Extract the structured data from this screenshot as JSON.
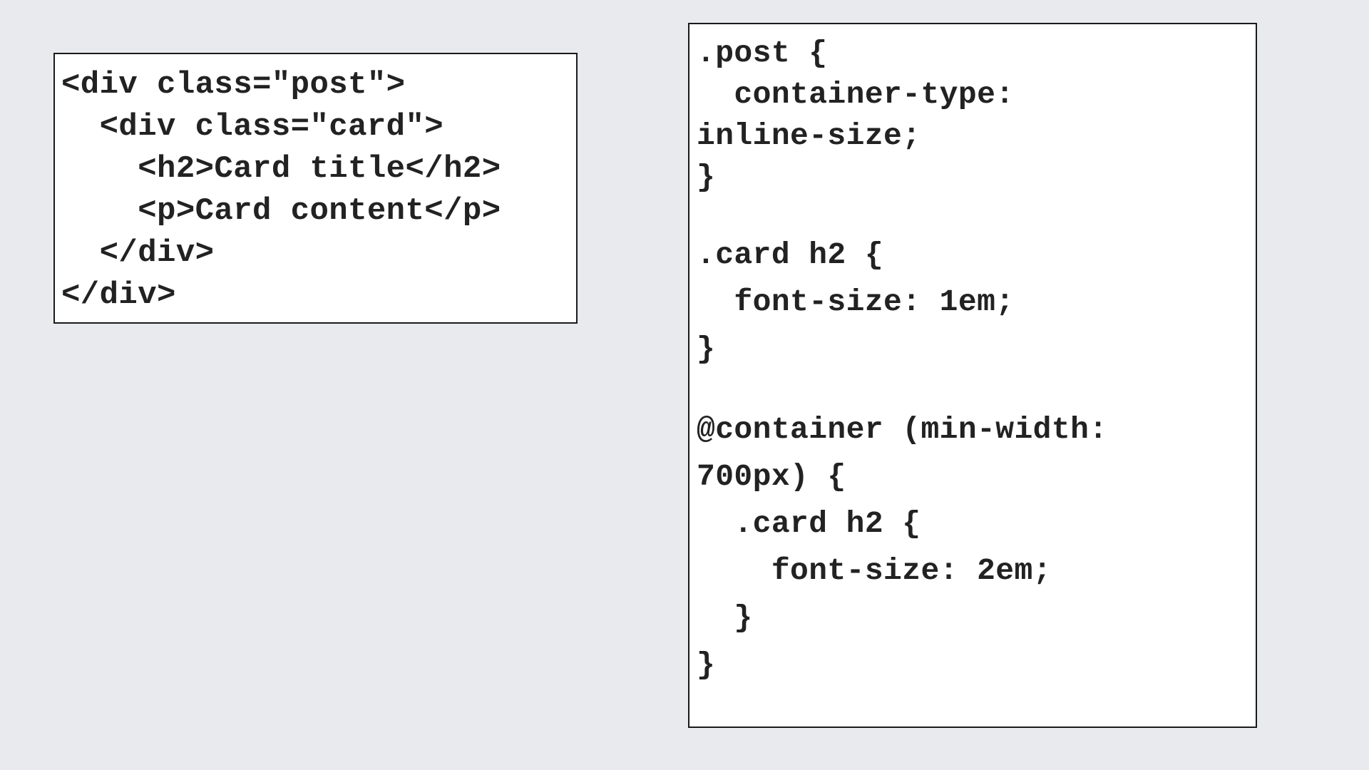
{
  "html_code": {
    "lines": [
      "<div class=\"post\">",
      "  <div class=\"card\">",
      "    <h2>Card title</h2>",
      "    <p>Card content</p>",
      "  </div>",
      "</div>"
    ]
  },
  "css_code": {
    "lines": [
      ".post {",
      "  container-type:",
      "inline-size;",
      "}",
      "",
      ".card h2 {",
      "  font-size: 1em;",
      "}",
      "",
      "@container (min-width:",
      "700px) {",
      "  .card h2 {",
      "    font-size: 2em;",
      "  }",
      "}"
    ]
  }
}
